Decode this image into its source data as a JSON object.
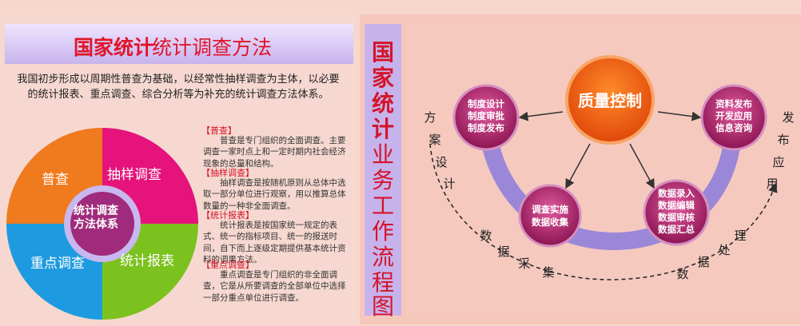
{
  "left": {
    "title_strong": "国家统计",
    "title_rest": "统计调查方法",
    "intro": "我国初步形成以周期性普查为基础，以经常性抽样调查为主体，以必要的统计报表、重点调查、综合分析等为补充的统计调查方法体系。",
    "pie": {
      "center": [
        "统计调查",
        "方法体系"
      ],
      "segments": [
        {
          "label": "普查",
          "color": "#f07a1e"
        },
        {
          "label": "抽样调查",
          "color": "#e5137b"
        },
        {
          "label": "统计报表",
          "color": "#7cc21e"
        },
        {
          "label": "重点调查",
          "color": "#1e9be0"
        }
      ]
    },
    "definitions": [
      {
        "head": "【普查】",
        "body": "普查是专门组织的全面调查。主要调查一家时点上和一定时期内社会经济现象的总量和结构。"
      },
      {
        "head": "【抽样调查】",
        "body": "抽样调查是按随机原则从总体中选取一部分单位进行观察，用以推算总体数量的一种非全面调查。"
      },
      {
        "head": "【统计报表】",
        "body": "统计报表是按国家统一规定的表式、统一的指标项目、统一的报送时间，自下而上逐级定期提供基本统计资料的调果方法。"
      },
      {
        "head": "【重点调查】",
        "body": "重点调查是专门组织的非全面调查，它是从所要调查的全部单位中选择一部分重点单位进行调查。"
      }
    ]
  },
  "right": {
    "vertical_title_strong": [
      "国",
      "家",
      "统",
      "计"
    ],
    "vertical_title_rest": [
      "业",
      "务",
      "工",
      "作",
      "流",
      "程",
      "图"
    ],
    "center_node": "质量控制",
    "nodes": [
      {
        "lines": [
          "制度设计",
          "制度审批",
          "制度发布"
        ]
      },
      {
        "lines": [
          "资料发布",
          "开发应用",
          "信息咨询"
        ]
      },
      {
        "lines": [
          "调查实施",
          "数据收集"
        ]
      },
      {
        "lines": [
          "数据录入",
          "数据编辑",
          "数据审核",
          "数据汇总"
        ]
      }
    ],
    "path_labels": {
      "plan": [
        "方",
        "案",
        "设",
        "计"
      ],
      "collect": [
        "数",
        "据",
        "采",
        "集"
      ],
      "process": [
        "数",
        "据",
        "处",
        "理"
      ],
      "publish": [
        "发",
        "布",
        "应",
        "用"
      ]
    },
    "colors": {
      "ring": "#9b87d8",
      "node": "#b0256b",
      "center": "#f06a14"
    }
  }
}
